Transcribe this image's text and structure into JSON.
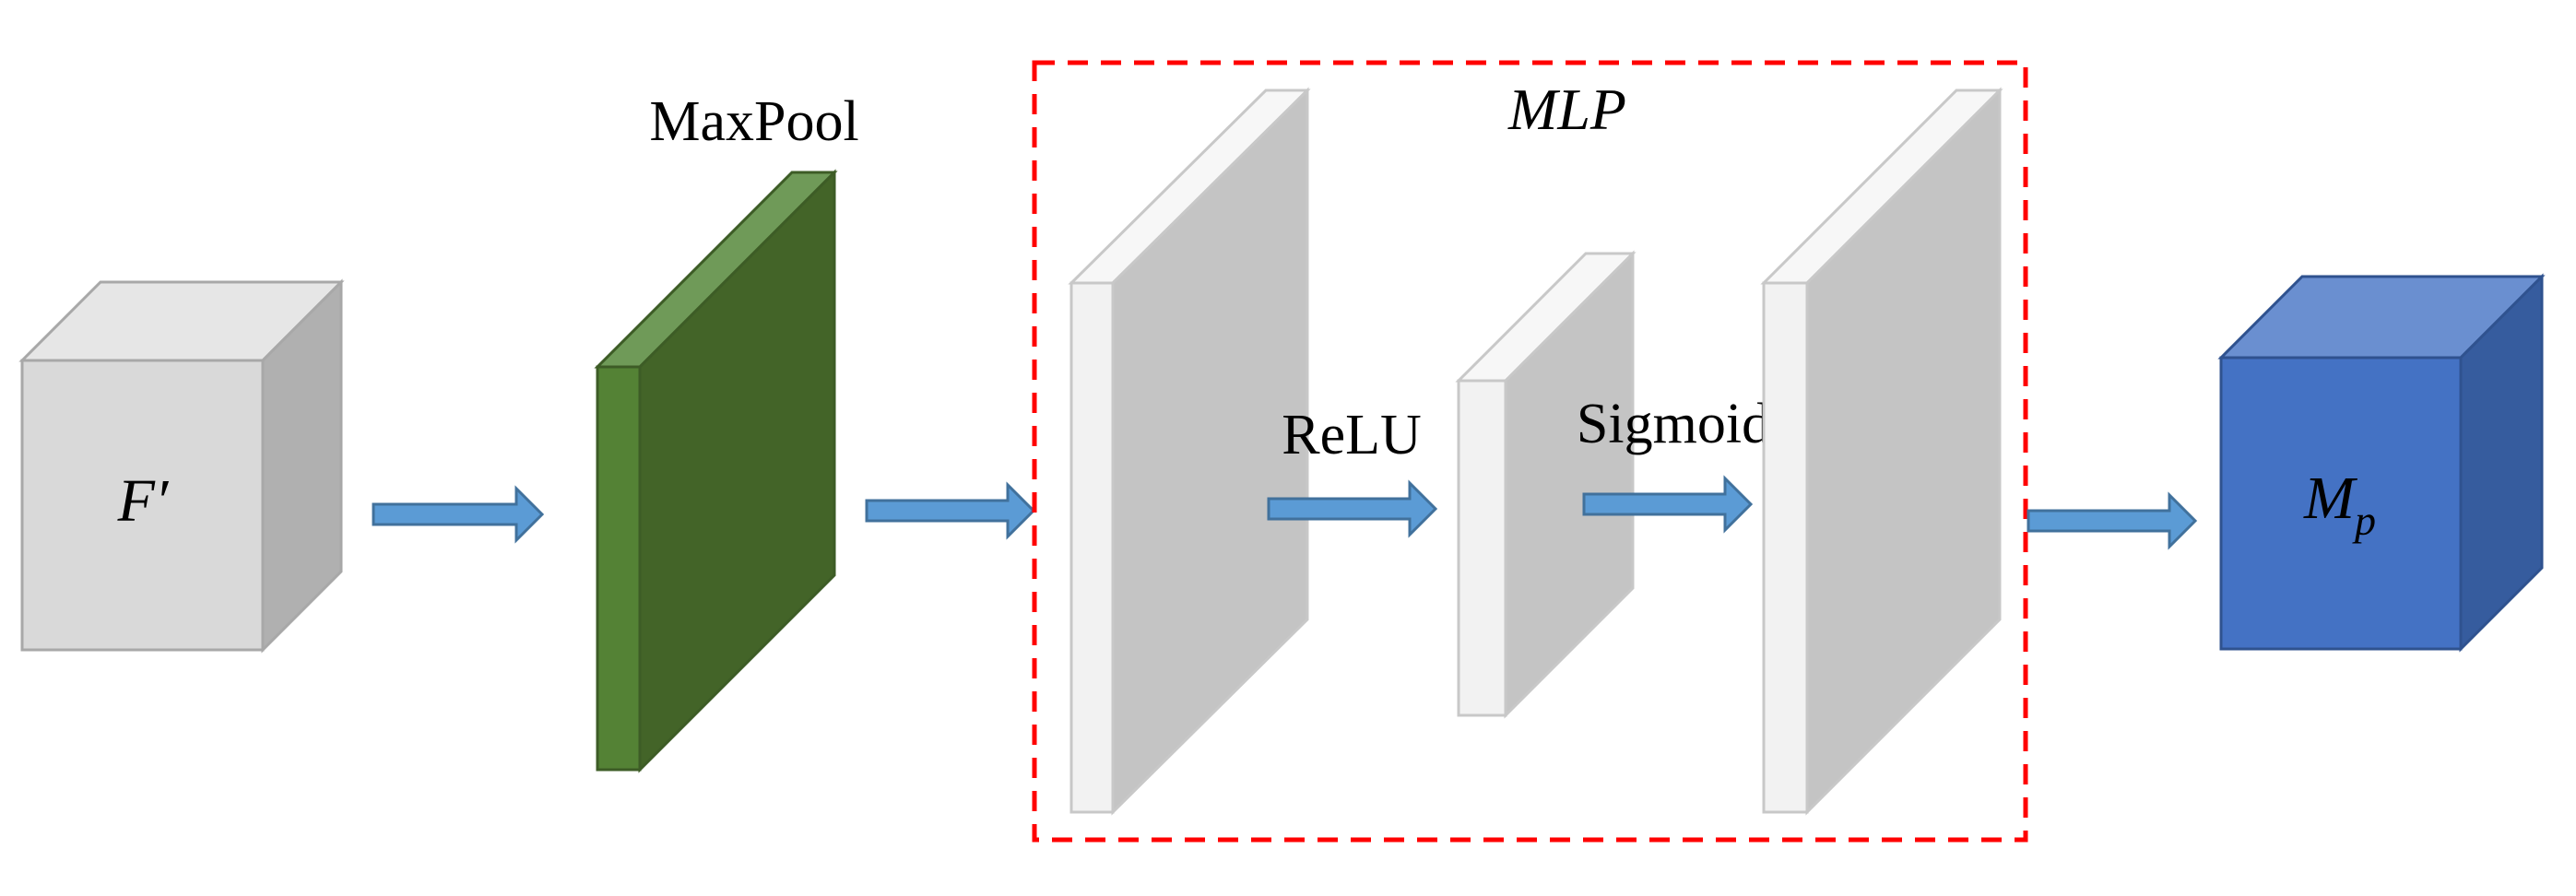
{
  "labels": {
    "input": "F′",
    "maxpool": "MaxPool",
    "mlp": "MLP",
    "relu": "ReLU",
    "sigmoid": "Sigmoid",
    "output_main": "M",
    "output_sub": "p"
  },
  "colors": {
    "input_front": "#d9d9d9",
    "input_top": "#e6e6e6",
    "input_side": "#b0b0b0",
    "maxpool_front": "#548235",
    "maxpool_top": "#6f9a58",
    "maxpool_side": "#436428",
    "layer_front": "#f2f2f2",
    "layer_top": "#f7f7f7",
    "layer_side": "#c4c4c4",
    "output_front": "#4472c4",
    "output_top": "#6a8fd0",
    "output_side": "#365c9e",
    "arrow": "#5b9bd5",
    "arrow_edge": "#41719c",
    "mlp_border": "#ff0000"
  }
}
